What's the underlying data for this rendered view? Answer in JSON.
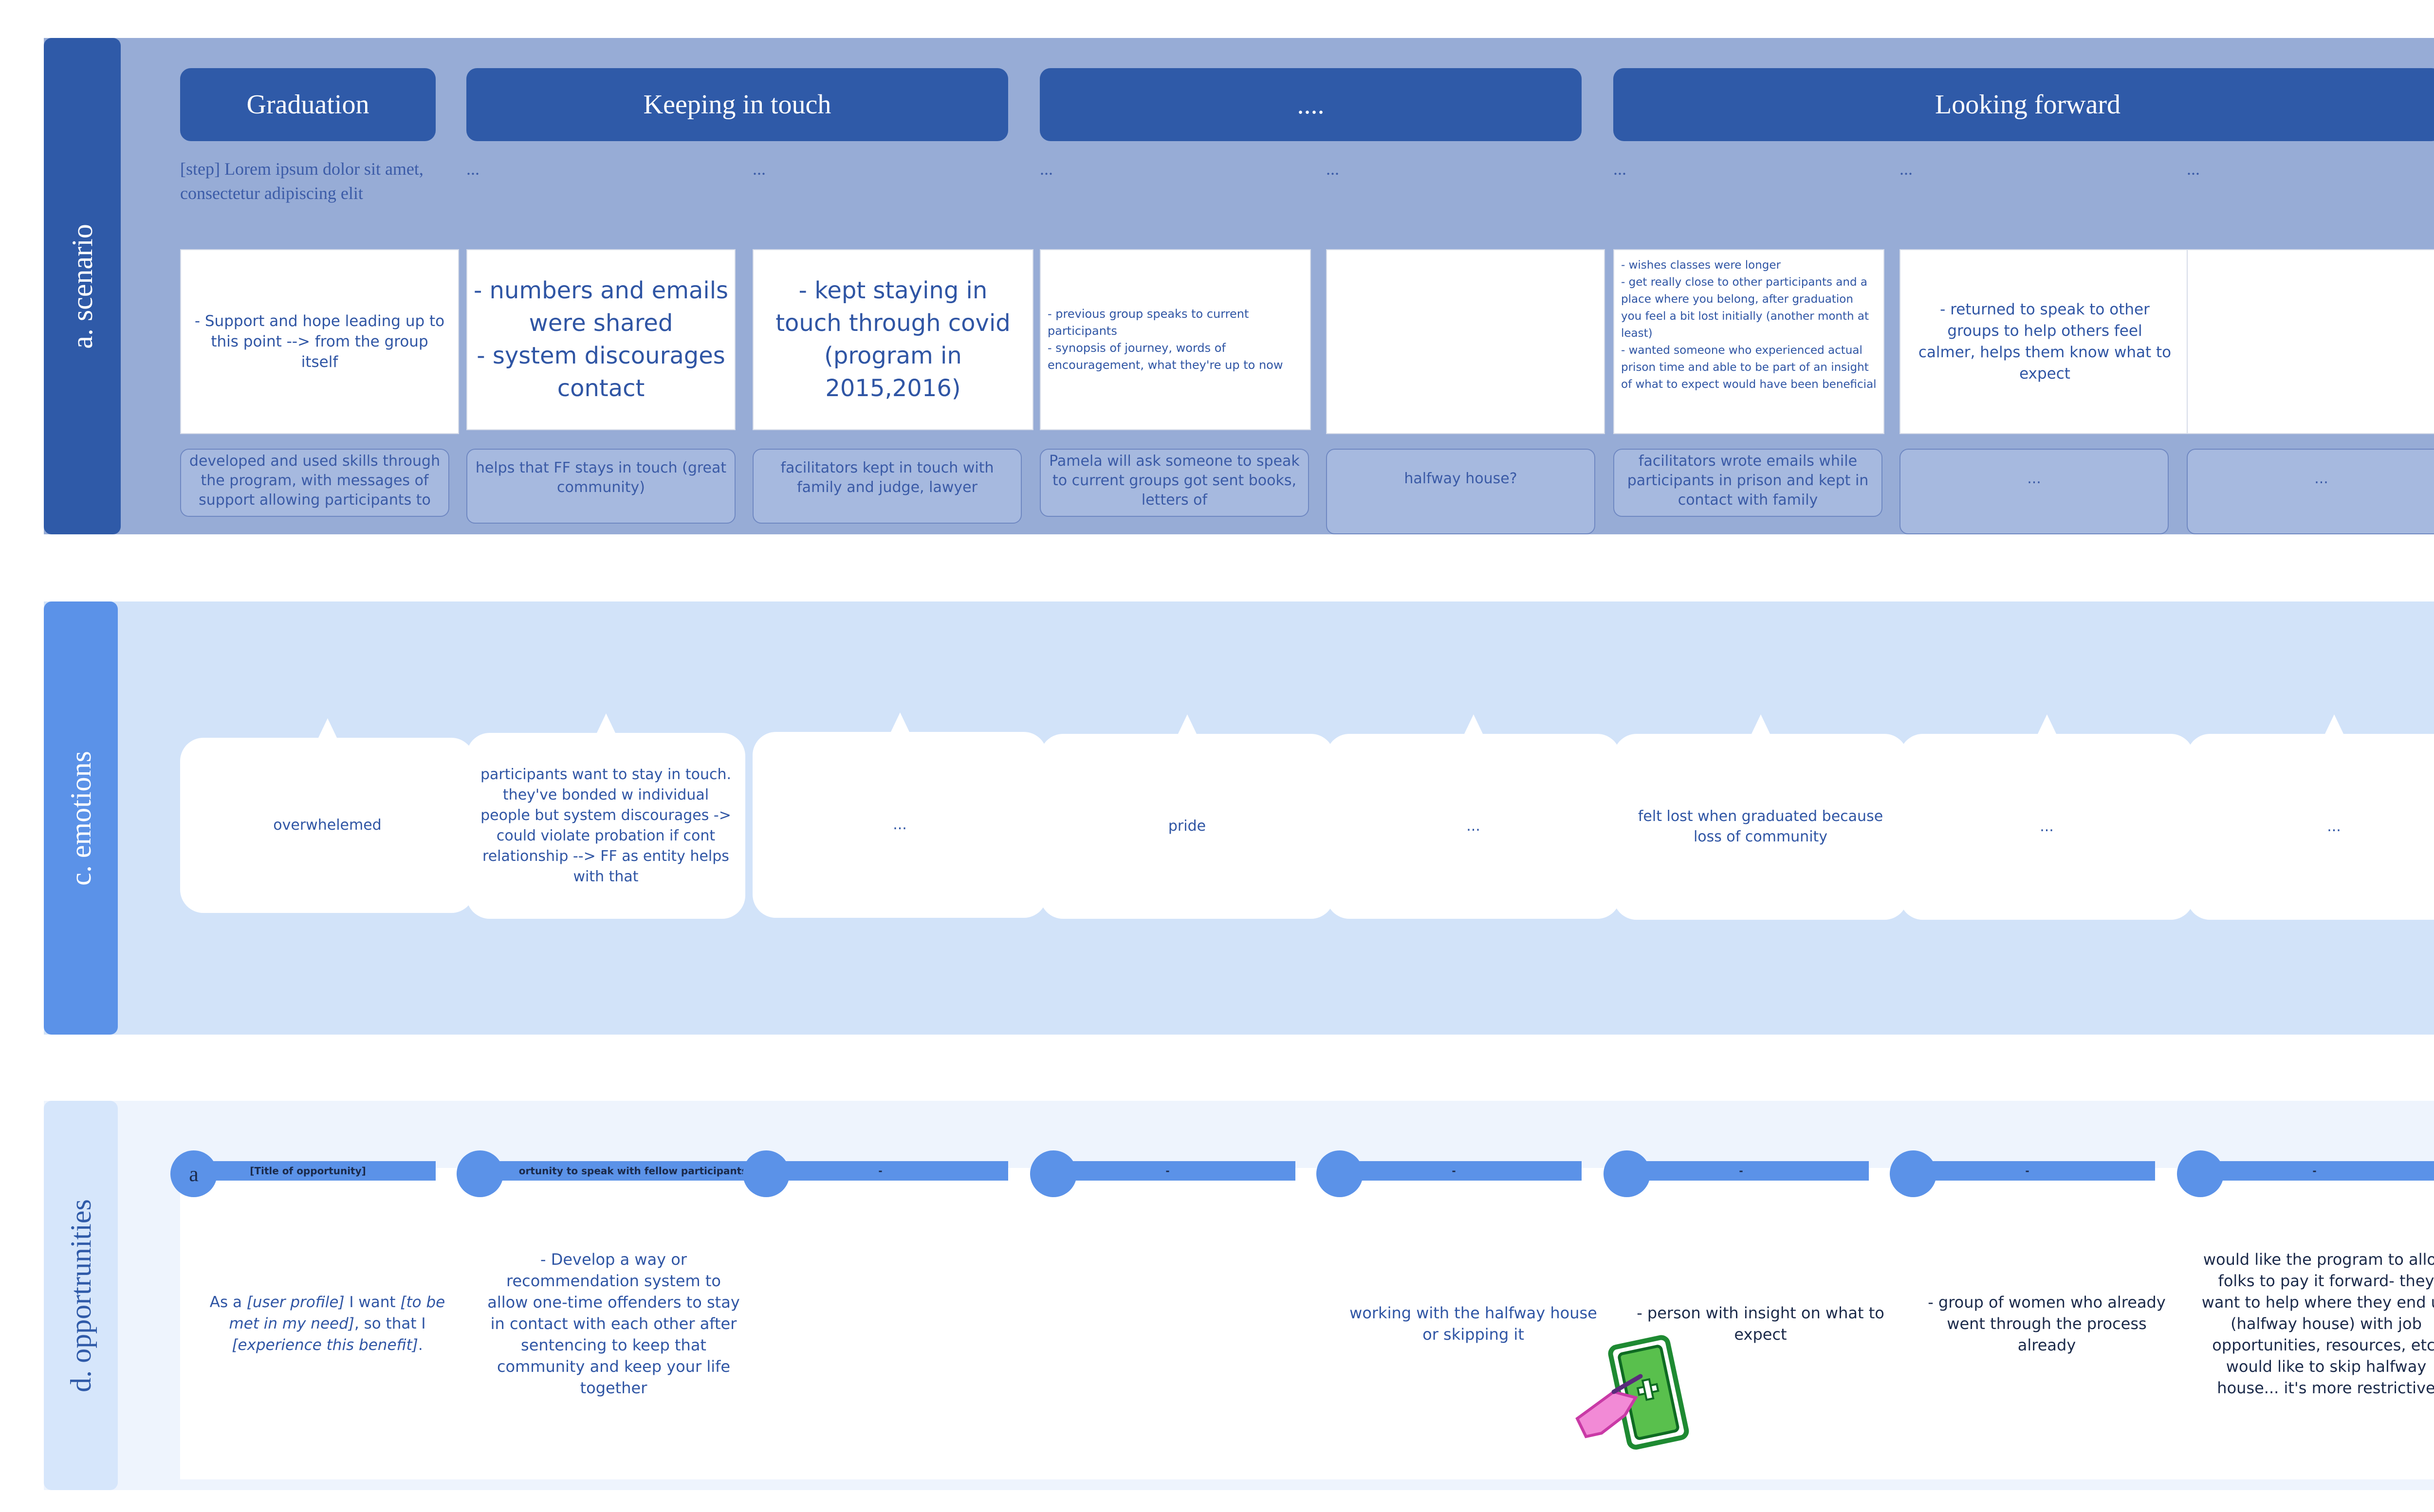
{
  "sections": {
    "scenario_label": "a. scenario",
    "emotions_label": "c. emotions",
    "opportunities_label": "d. opportrunities"
  },
  "phases": [
    "Graduation",
    "Keeping in touch",
    "....",
    "Looking forward"
  ],
  "scenario": {
    "step_text": "[step] Lorem ipsum dolor sit amet, consectetur adipiscing elit",
    "ellipsis": "...",
    "cards": [
      "- Support and hope leading up to this point --> from the group itself",
      "- numbers and emails were shared\n- system discourages contact",
      "- kept staying in touch through covid (program in 2015,2016)",
      "- previous group speaks to current participants\n- synopsis of journey, words of encouragement, what they're up to now",
      "",
      "- wishes classes were longer\n- get really close to other participants and a place where you belong, after graduation you feel a bit lost initially (another month at least)\n- wanted someone who experienced actual prison time and able to be part of an insight of what to expect would have been beneficial",
      "- returned to speak to other groups to help others feel calmer, helps them know what to expect",
      ""
    ],
    "notes": [
      "developed and used skills through the program, with messages of support allowing participants to",
      "helps that FF stays in touch (great community)",
      "facilitators kept in touch with family and judge, lawyer",
      "Pamela will ask someone to speak to current groups got sent books, letters of",
      "halfway house?",
      "facilitators wrote emails while participants in prison and kept in contact with family",
      "...",
      "..."
    ]
  },
  "emotions": [
    "overwhelemed",
    "participants want to stay in touch. they've bonded w individual people but system discourages -> could violate probation if cont relationship --> FF as entity helps with that",
    "...",
    "pride",
    "...",
    "felt lost when graduated because loss of community",
    "...",
    "..."
  ],
  "opportunities": {
    "circle_letter": "a",
    "titles": [
      "[Title of opportunity]",
      "ortunity to speak with fellow participants",
      "-",
      "-",
      "-",
      "-",
      "-",
      "-"
    ],
    "template": {
      "p1": "As a ",
      "e1": "[user profile]",
      "p2": " I want ",
      "e2": "[to be met in my need]",
      "p3": ", so that I ",
      "e3": "[experience this benefit]",
      "p4": "."
    },
    "cards": [
      "",
      "- Develop a way or recommendation system to allow one-time offenders to stay in contact with each other after sentencing to keep that community and keep your life together",
      "",
      "",
      "working with the halfway house or skipping it",
      "- person with insight on what to expect",
      "- group of women who already went through the process already",
      "would like the program to allow folks to pay it forward- they want to help where they end up (halfway house) with job opportunities, resources, etc. would like to skip halfway house... it's more restrictive"
    ]
  },
  "colors": {
    "dark_blue": "#2f5aa8",
    "scenario_band": "#97acd6",
    "emotions_band": "#d2e3f9",
    "opportunities_band": "#eef4fd",
    "accent_blue": "#5b92e8"
  }
}
